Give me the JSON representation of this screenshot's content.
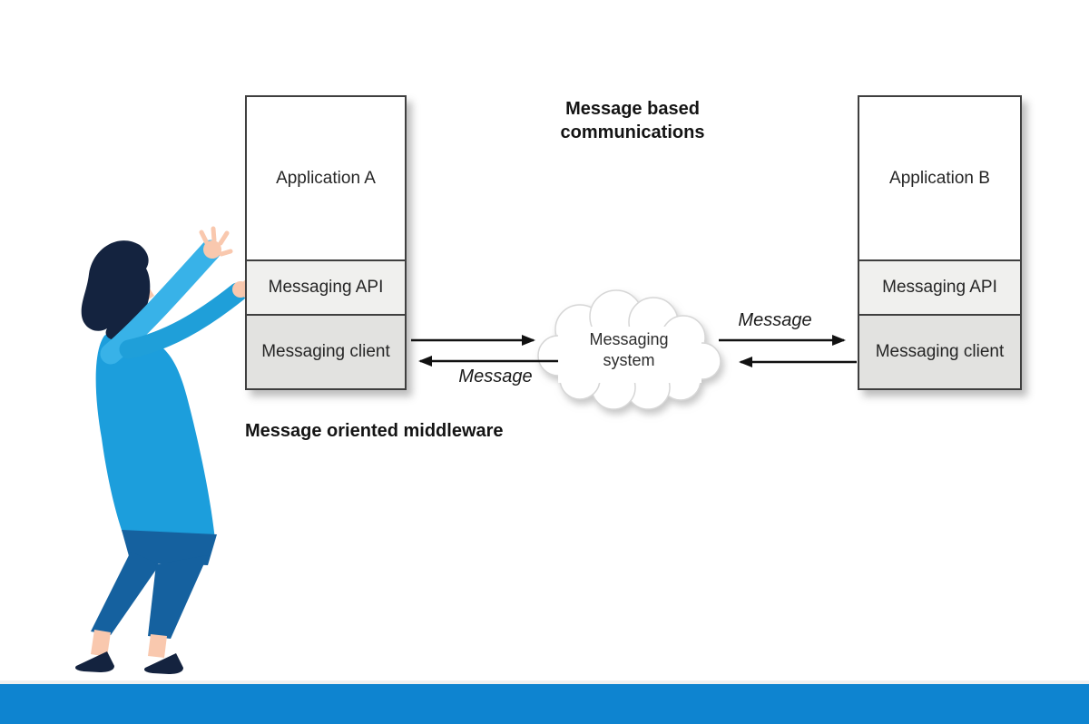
{
  "title": "Message based communications",
  "caption": "Message oriented middleware",
  "apps": {
    "a": {
      "title": "Application A",
      "api": "Messaging API",
      "client": "Messaging client"
    },
    "b": {
      "title": "Application B",
      "api": "Messaging API",
      "client": "Messaging client"
    }
  },
  "cloud": {
    "label": "Messaging system"
  },
  "messages": {
    "left": "Message",
    "right": "Message"
  },
  "colors": {
    "bottom_bar": "#0e84d0",
    "box_api_bg": "#f0f0ee",
    "box_client_bg": "#e2e2e0",
    "box_border": "#3f3f3f",
    "arrow": "#111111",
    "person_top_light": "#38b2e8",
    "person_top_dark": "#1c9edc",
    "person_pants": "#15619f",
    "person_hair": "#14233f",
    "person_skin": "#f9c8ae"
  }
}
